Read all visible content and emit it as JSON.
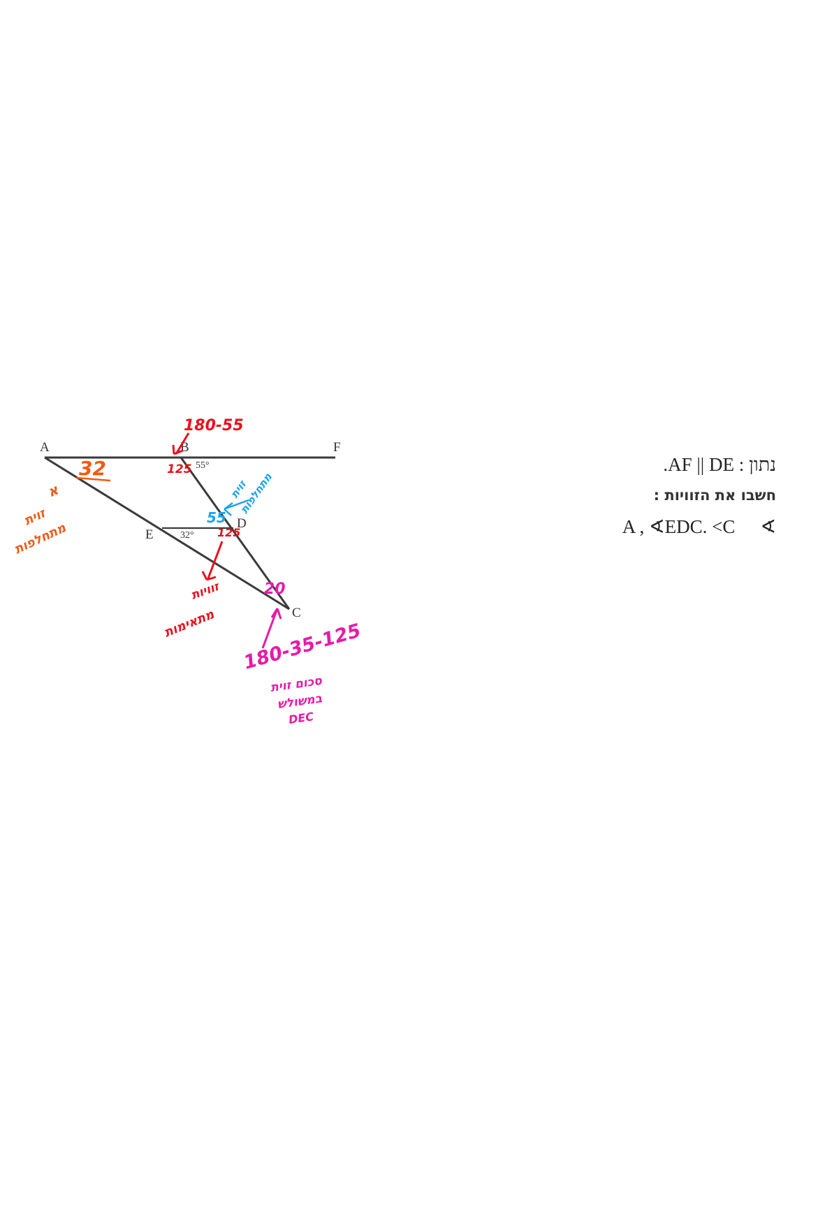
{
  "problem": {
    "given_line": "נתון : AF || DE.",
    "instruction": "חשבו את הזוויות :",
    "angles_line": "∢A , ∢EDC.",
    "angle_c": "<C"
  },
  "diagram": {
    "labels": {
      "A": "A",
      "B": "B",
      "F": "F",
      "E": "E",
      "D": "D",
      "C": "C"
    },
    "given_angles": {
      "b_angle": "55°",
      "e_angle": "32°"
    }
  },
  "annotations": {
    "red_top": "180-55",
    "red_b": "125",
    "red_d": "125",
    "red_d_note": [
      "זוויות",
      "מתאימות"
    ],
    "orange_a": "32",
    "orange_note": [
      "א",
      "זוית",
      "מתחלפות"
    ],
    "blue_d": "55",
    "blue_note": [
      "זוית",
      "מתחלפות"
    ],
    "pink_c": "20",
    "pink_calc": "180-35-125",
    "pink_note": [
      "סכום זוית",
      "במשולש",
      "DEC"
    ]
  },
  "colors": {
    "red": "#e8101e",
    "orange": "#f25a12",
    "blue": "#1aa3ee",
    "pink": "#e81aa8",
    "line": "#3a3a3a"
  }
}
